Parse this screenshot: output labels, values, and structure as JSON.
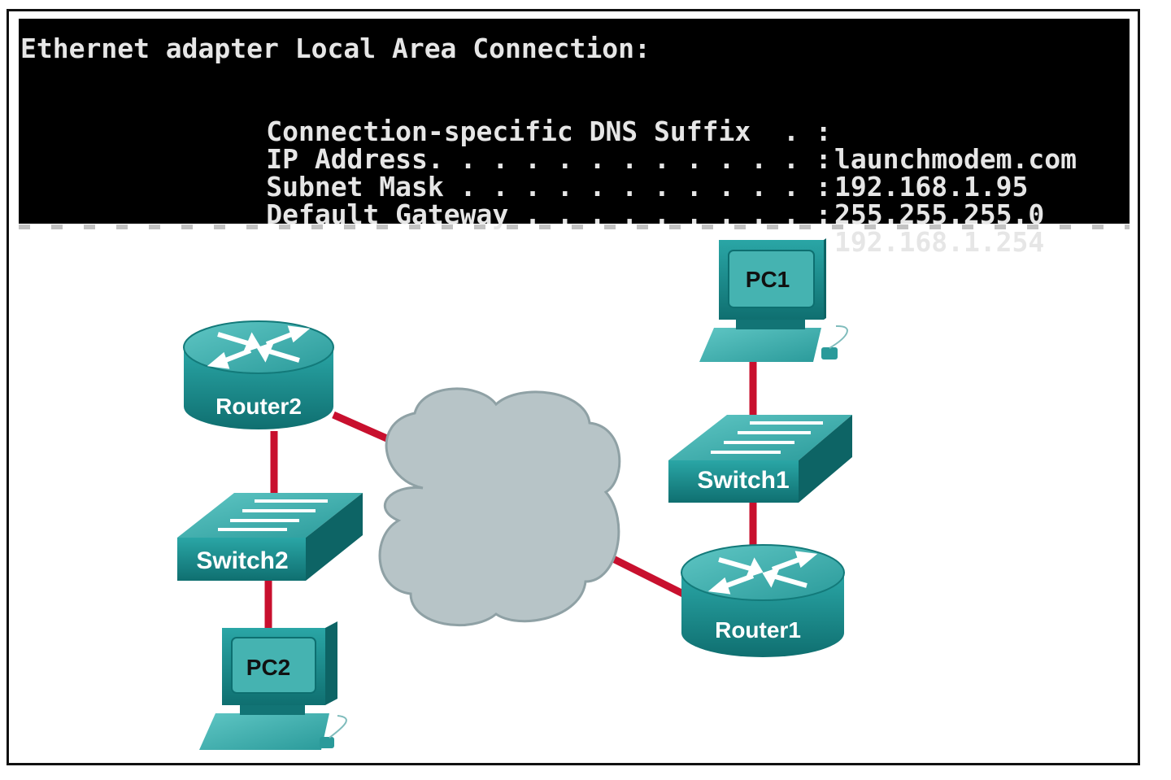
{
  "console": {
    "heading": "Ethernet adapter Local Area Connection:",
    "rows": [
      {
        "key": "Connection-specific DNS Suffix  . :",
        "value": "launchmodem.com"
      },
      {
        "key": "IP Address. . . . . . . . . . . . :",
        "value": "192.168.1.95"
      },
      {
        "key": "Subnet Mask . . . . . . . . . . . :",
        "value": "255.255.255.0"
      },
      {
        "key": "Default Gateway . . . . . . . . . :",
        "value": "192.168.1.254"
      }
    ]
  },
  "topology": {
    "devices": {
      "pc1": "PC1",
      "switch1": "Switch1",
      "router1": "Router1",
      "router2": "Router2",
      "switch2": "Switch2",
      "pc2": "PC2"
    }
  },
  "colors": {
    "link": "#c8102e",
    "device_teal": "#1a8a8a",
    "cloud": "#b7c4c7"
  }
}
